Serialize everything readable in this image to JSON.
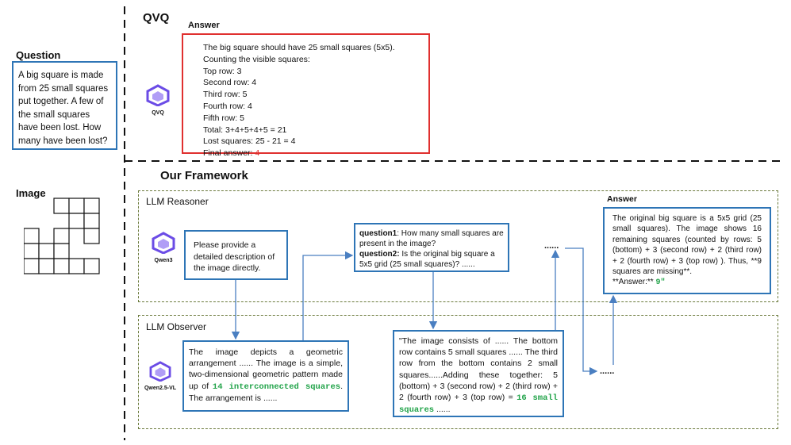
{
  "question": {
    "title": "Question",
    "text": "A big square is made from 25 small squares put together. A few of the small squares have been lost. How many have been lost?"
  },
  "image_section": {
    "title": "Image"
  },
  "qvq": {
    "title": "QVQ",
    "answer_title": "Answer",
    "logo_label": "QVQ",
    "lines": [
      "The big square should have 25 small squares (5x5). Counting the visible squares:",
      "Top row: 3",
      "Second row: 4",
      "Third row: 5",
      "Fourth row: 4",
      "Fifth row: 5",
      "Total: 3+4+5+4+5 = 21",
      "Lost squares: 25 - 21 = 4"
    ],
    "final_prefix": "Final answer: ",
    "final_value": "4"
  },
  "framework": {
    "title": "Our Framework",
    "reasoner": {
      "label": "LLM Reasoner",
      "logo_label": "Qwen3",
      "prompt": "Please provide a detailed description of the image directly.",
      "q1_label": "question1",
      "q1_text": ": How many small squares are present in the image?",
      "q2_label": "question2:",
      "q2_text": " Is the original big square a 5x5 grid (25 small squares)? ......",
      "ellipsis": "......"
    },
    "answer": {
      "title": "Answer",
      "text": "The original big square is a 5x5 grid (25 small squares). The image shows 16 remaining squares (counted by rows: 5 (bottom) + 3 (second row) + 2 (third row) + 2 (fourth row) + 3 (top row) ). Thus, **9 squares are missing**.",
      "final_prefix": "**Answer:** ",
      "final_value": "9\""
    },
    "observer": {
      "label": "LLM Observer",
      "logo_label": "Qwen2.5-VL",
      "desc1_pre": "The image depicts a geometric arrangement ...... The image is a simple, two-dimensional geometric pattern made up of ",
      "desc1_green": "14 interconnected squares",
      "desc1_post": ". The arrangement is ......",
      "desc2_pre": "\"The image consists of ...... The bottom row contains 5 small squares ...... The third row from the bottom contains 2 small squares......Adding these together: 5 (bottom) + 3 (second row) + 2 (third row) + 2 (fourth row) + 3 (top row) = ",
      "desc2_green": "16 small squares",
      "desc2_post": " ......",
      "ellipsis": "......"
    }
  },
  "colors": {
    "blue": "#2e75b6",
    "red_border": "#e0302f",
    "green_text": "#21a349",
    "dash": "#6b7a3c",
    "logo_purple": "#6b4ce6"
  }
}
